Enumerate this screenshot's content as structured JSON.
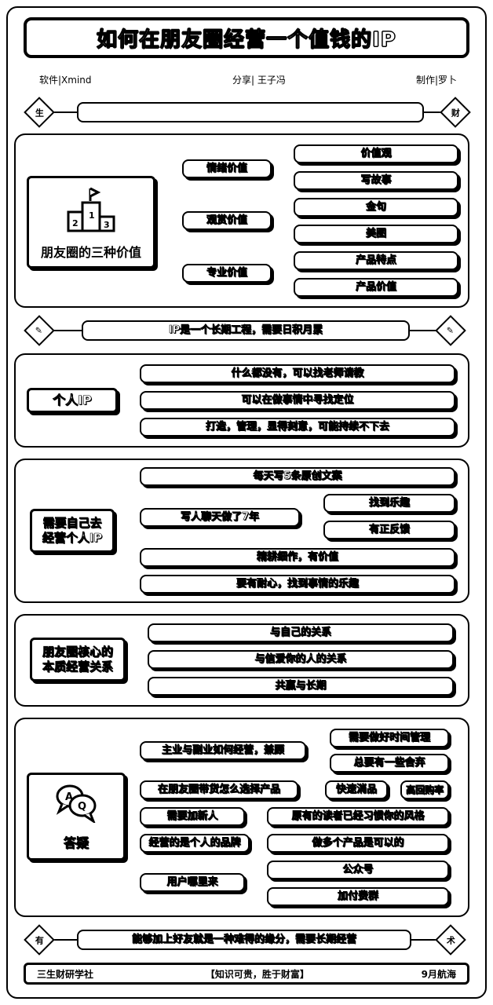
{
  "title": "如何在朋友圈经营一个值钱的IP",
  "meta": {
    "software": "软件|Xmind",
    "share": "分享| 王子冯",
    "maker": "制作|罗卜"
  },
  "banner_top": {
    "left_mark": "生",
    "right_mark": "财",
    "text": ""
  },
  "section1": {
    "hub": "朋友圈的三种价值",
    "branches": [
      {
        "label": "情绪价值",
        "leaves": [
          "价值观",
          "写故事"
        ]
      },
      {
        "label": "观赏价值",
        "leaves": [
          "金句",
          "美图"
        ]
      },
      {
        "label": "专业价值",
        "leaves": [
          "产品特点",
          "产品价值"
        ]
      }
    ]
  },
  "banner_mid": {
    "text": "IP是一个长期工程，需要日积月累"
  },
  "section2": {
    "hub": "个人IP",
    "leaves": [
      "什么都没有，可以找老师请教",
      "可以在做事情中寻找定位",
      "打造，管理，显得刻意，可能持续不下去"
    ]
  },
  "section3": {
    "hub_line1": "需要自己去",
    "hub_line2": "经营个人IP",
    "leaves": [
      "每天写5条原创文案",
      "写人聊天做了7年",
      "精耕细作，有价值",
      "要有耐心，找到事情的乐趣"
    ],
    "sub": [
      "找到乐趣",
      "有正反馈"
    ]
  },
  "section4": {
    "hub_line1": "朋友圈核心的",
    "hub_line2": "本质经营关系",
    "leaves": [
      "与自己的关系",
      "与信爱你的人的关系",
      "共赢与长期"
    ]
  },
  "section5": {
    "hub": "答疑",
    "rows": [
      {
        "label": "主业与副业如何经营，兼顾",
        "subs": [
          "需要做好时间管理",
          "总要有一些舍弃"
        ]
      },
      {
        "label": "在朋友圈带货怎么选择产品",
        "subs": [
          "快速消品",
          "高回购率"
        ]
      },
      {
        "label": "需要加新人",
        "subs": [
          "原有的读者已经习惯你的风格"
        ]
      },
      {
        "label": "经营的是个人的品牌",
        "subs": [
          "做多个产品是可以的"
        ]
      },
      {
        "label": "用户哪里来",
        "subs": [
          "公众号",
          "加付费群"
        ]
      }
    ]
  },
  "banner_bottom": {
    "left_mark": "有",
    "right_mark": "术",
    "text": "能够加上好友就是一种难得的缘分，需要长期经营"
  },
  "footer": {
    "left": "三生财研学社",
    "mid": "【知识可贵，胜于财富】",
    "right": "9月航海"
  }
}
